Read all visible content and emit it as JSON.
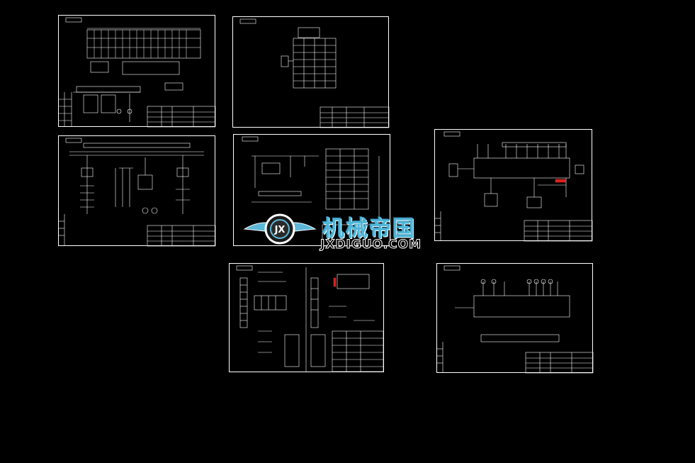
{
  "colors": {
    "background": "#000000",
    "line": "#ffffff",
    "accent": "#d9221f",
    "watermark": "#4fb6d8"
  },
  "watermark": {
    "logo_text": "JX",
    "brand_cn": "机械帝国",
    "brand_url": "JXDIGUO.COM"
  },
  "sheets": [
    {
      "id": "sheet-1",
      "kind": "wiring"
    },
    {
      "id": "sheet-2",
      "kind": "terminal"
    },
    {
      "id": "sheet-3",
      "kind": "power"
    },
    {
      "id": "sheet-4",
      "kind": "control"
    },
    {
      "id": "sheet-5",
      "kind": "plc"
    },
    {
      "id": "sheet-6",
      "kind": "io-tables"
    },
    {
      "id": "sheet-7",
      "kind": "plc"
    }
  ]
}
